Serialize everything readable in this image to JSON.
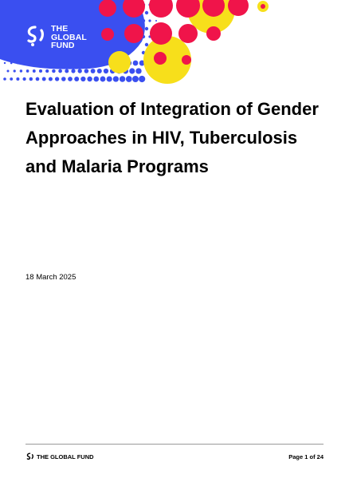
{
  "header": {
    "logo_text": "THE\nGLOBAL\nFUND",
    "colors": {
      "blue": "#3a4ff0",
      "red": "#f0144a",
      "yellow": "#f7df1b"
    }
  },
  "document": {
    "title": "Evaluation of Integration of Gender Approaches in HIV, Tuberculosis and Malaria Programs",
    "date": "18 March 2025"
  },
  "footer": {
    "logo_text": "THE GLOBAL FUND",
    "page_label": "Page 1 of 24"
  }
}
